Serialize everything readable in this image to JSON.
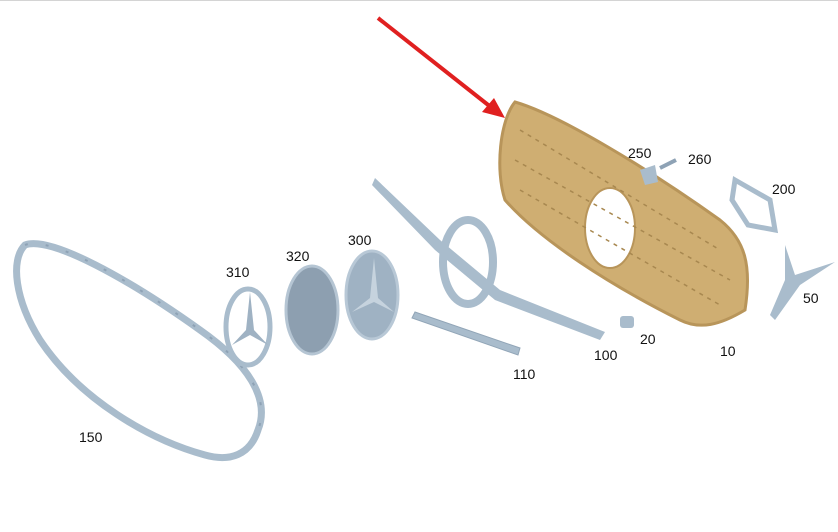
{
  "diagram": {
    "labels": [
      {
        "id": "310",
        "text": "310"
      },
      {
        "id": "320",
        "text": "320"
      },
      {
        "id": "300",
        "text": "300"
      },
      {
        "id": "250",
        "text": "250"
      },
      {
        "id": "260",
        "text": "260"
      },
      {
        "id": "200",
        "text": "200"
      },
      {
        "id": "50",
        "text": "50"
      },
      {
        "id": "20",
        "text": "20"
      },
      {
        "id": "100",
        "text": "100"
      },
      {
        "id": "10",
        "text": "10"
      },
      {
        "id": "110",
        "text": "110"
      },
      {
        "id": "150",
        "text": "150"
      }
    ],
    "colors": {
      "part": "#a9bccc",
      "part_dark": "#7f93a6",
      "highlight": "#cfae72",
      "arrow": "#e02020"
    }
  }
}
